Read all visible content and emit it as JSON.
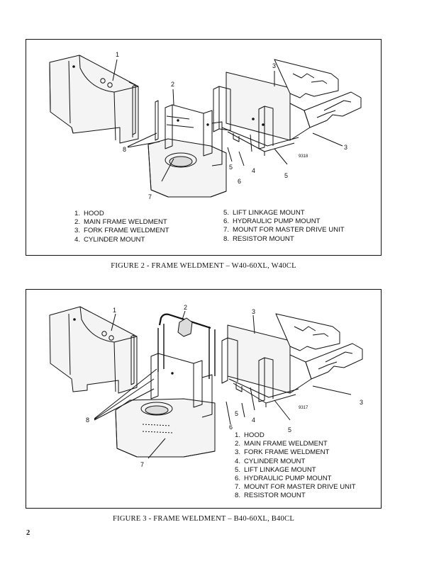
{
  "page_number": "2",
  "figures": [
    {
      "caption": "FIGURE 2 - FRAME WELDMENT – W40-60XL, W40CL",
      "drawing_code": "9318",
      "callouts": {
        "c1": "1",
        "c2": "2",
        "c3a": "3",
        "c3b": "3",
        "c4": "4",
        "c5a": "5",
        "c5b": "5",
        "c6": "6",
        "c7": "7",
        "c8": "8"
      },
      "legend_left": [
        {
          "num": "1.",
          "label": "HOOD"
        },
        {
          "num": "2.",
          "label": "MAIN FRAME WELDMENT"
        },
        {
          "num": "3.",
          "label": "FORK FRAME WELDMENT"
        },
        {
          "num": "4.",
          "label": "CYLINDER MOUNT"
        }
      ],
      "legend_right": [
        {
          "num": "5.",
          "label": "LIFT LINKAGE MOUNT"
        },
        {
          "num": "6.",
          "label": "HYDRAULIC PUMP MOUNT"
        },
        {
          "num": "7.",
          "label": "MOUNT FOR MASTER DRIVE UNIT"
        },
        {
          "num": "8.",
          "label": "RESISTOR MOUNT"
        }
      ]
    },
    {
      "caption": "FIGURE 3 - FRAME WELDMENT – B40-60XL, B40CL",
      "drawing_code": "9317",
      "callouts": {
        "c1": "1",
        "c2": "2",
        "c3a": "3",
        "c3b": "3",
        "c4": "4",
        "c5a": "5",
        "c5b": "5",
        "c6": "6",
        "c7": "7",
        "c8": "8"
      },
      "legend": [
        {
          "num": "1.",
          "label": "HOOD"
        },
        {
          "num": "2.",
          "label": "MAIN FRAME WELDMENT"
        },
        {
          "num": "3.",
          "label": "FORK FRAME WELDMENT"
        },
        {
          "num": "4.",
          "label": "CYLINDER MOUNT"
        },
        {
          "num": "5.",
          "label": "LIFT LINKAGE MOUNT"
        },
        {
          "num": "6.",
          "label": "HYDRAULIC PUMP MOUNT"
        },
        {
          "num": "7.",
          "label": "MOUNT FOR MASTER DRIVE UNIT"
        },
        {
          "num": "8.",
          "label": "RESISTOR MOUNT"
        }
      ]
    }
  ]
}
